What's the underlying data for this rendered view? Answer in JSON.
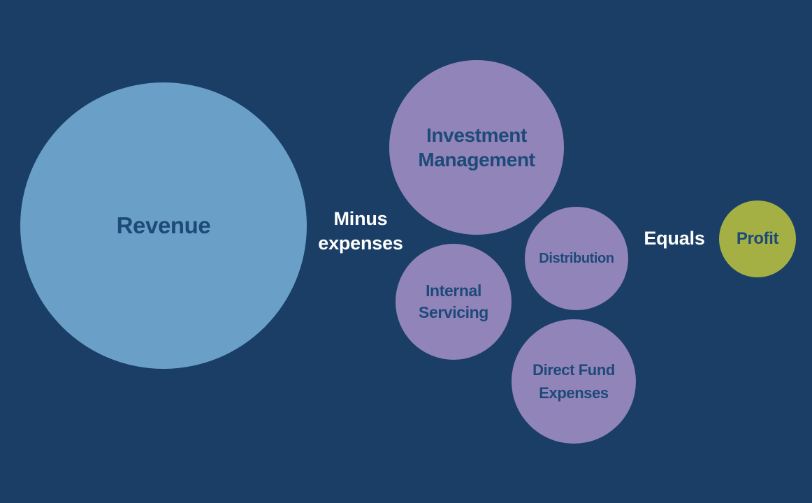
{
  "colors": {
    "background": "#1a3e66",
    "revenue_circle": "#6aa0c8",
    "expense_circle": "#9184b9",
    "profit_circle": "#a4b044",
    "circle_text": "#1d4a78",
    "operator_text": "#ffffff"
  },
  "diagram": {
    "revenue": {
      "label": "Revenue"
    },
    "minus": {
      "line1": "Minus",
      "line2": "expenses"
    },
    "expenses": {
      "investment_management": {
        "line1": "Investment",
        "line2": "Management"
      },
      "internal_servicing": {
        "line1": "Internal",
        "line2": "Servicing"
      },
      "distribution": {
        "label": "Distribution"
      },
      "direct_fund_expenses": {
        "line1": "Direct Fund",
        "line2": "Expenses"
      }
    },
    "equals": {
      "label": "Equals"
    },
    "profit": {
      "label": "Profit"
    }
  }
}
